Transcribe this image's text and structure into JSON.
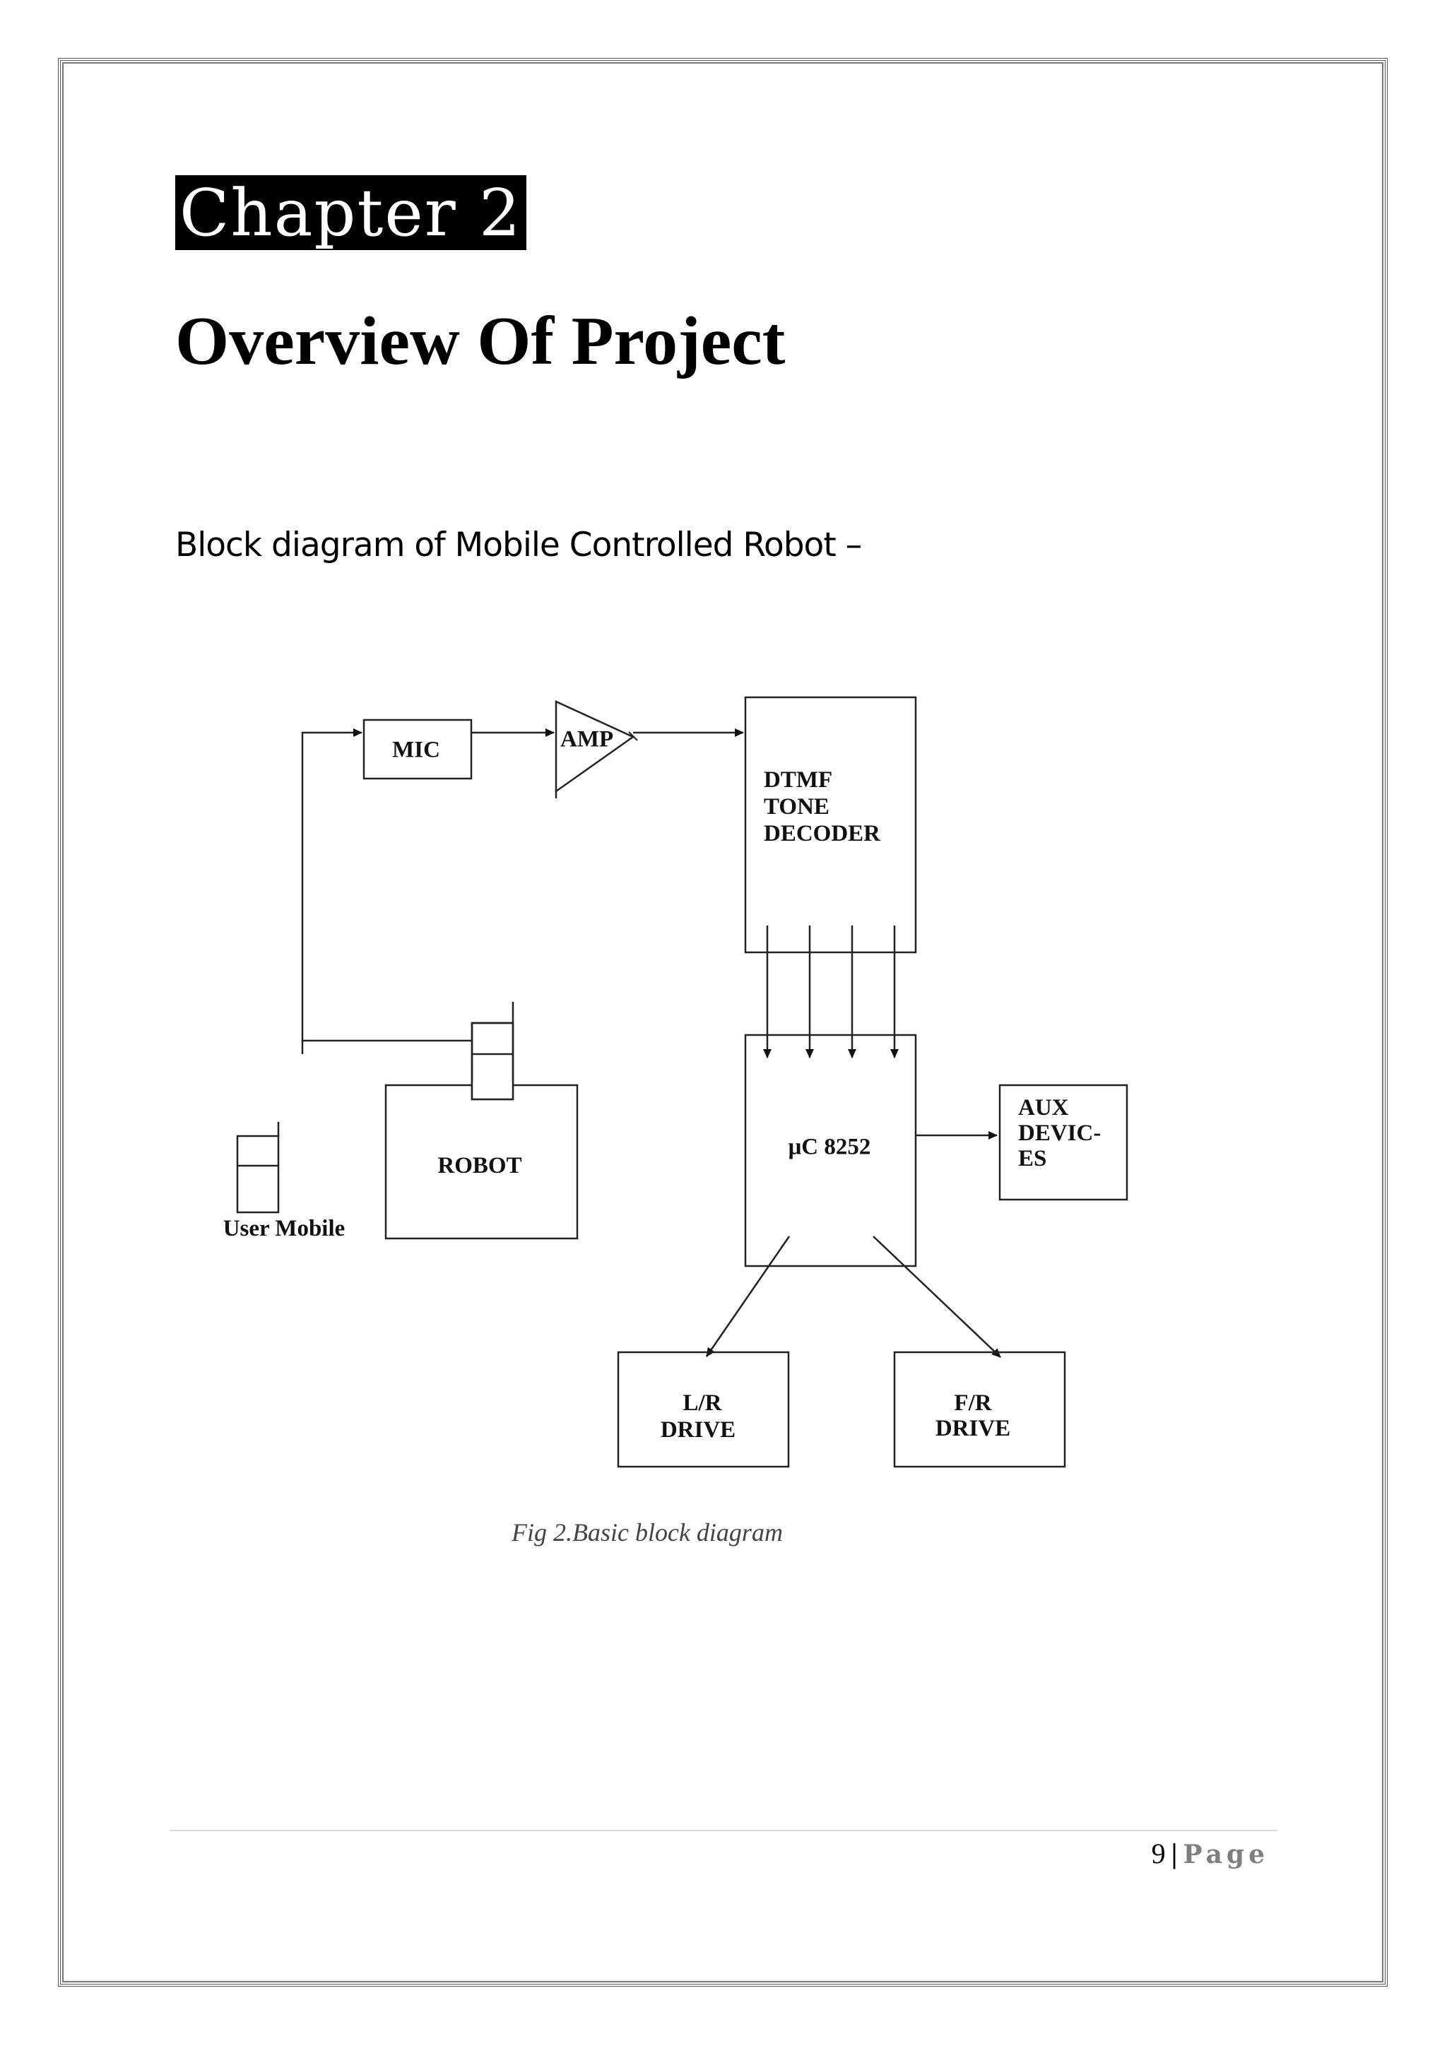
{
  "document": {
    "chapter_label": "Chapter 2",
    "title": "Overview Of Project",
    "section_heading": "Block diagram of Mobile Controlled Robot –",
    "caption": "Fig 2.Basic block diagram",
    "footer": {
      "page_number": "9",
      "separator": "|",
      "page_word": "Page"
    }
  },
  "diagram": {
    "blocks": {
      "mic": "MIC",
      "amp": "AMP",
      "dtmf_lines": [
        "DTMF",
        "TONE",
        "DECODER"
      ],
      "robot": "ROBOT",
      "user_mobile": "User Mobile",
      "microcontroller": "μC 8252",
      "aux_lines": [
        "AUX",
        "DEVIC-",
        "ES"
      ],
      "lr_drive_lines": [
        "L/R",
        "DRIVE"
      ],
      "fr_drive_lines": [
        "F/R",
        "DRIVE"
      ]
    }
  }
}
